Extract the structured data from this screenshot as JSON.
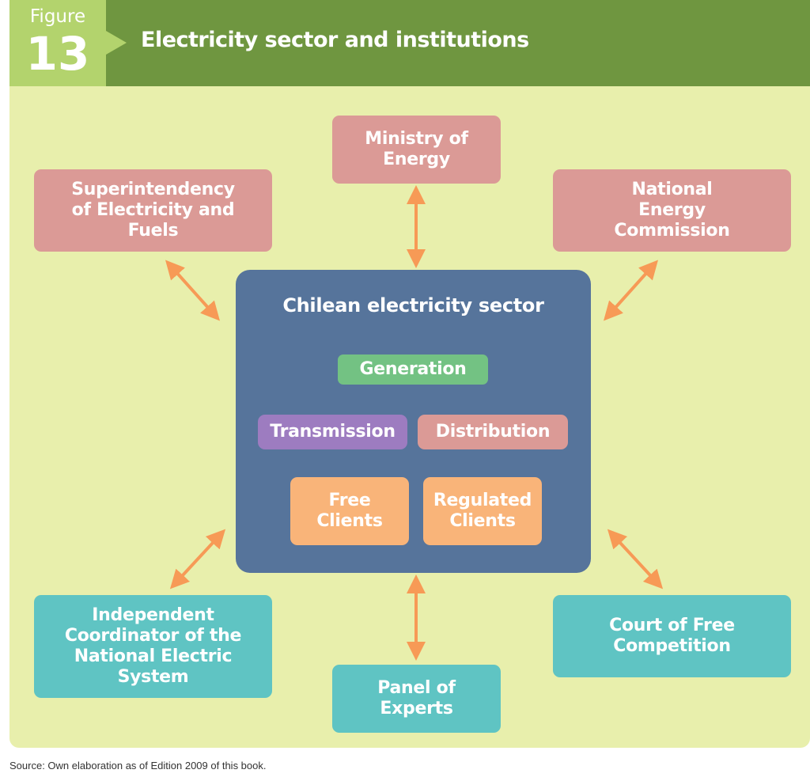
{
  "figure": {
    "word": "Figure",
    "number": "13"
  },
  "title": "Electricity sector and institutions",
  "institutions": {
    "ministry": "Ministry of Energy",
    "superintendency": "Superintendency of Electricity and Fuels",
    "commission": "National Energy Commission",
    "coordinator": "Independent Coordinator of the National Electric System",
    "panel": "Panel of Experts",
    "court": "Court of Free Competition"
  },
  "sector": {
    "title": "Chilean electricity sector",
    "generation": "Generation",
    "transmission": "Transmission",
    "distribution": "Distribution",
    "free_clients": "Free Clients",
    "regulated_clients": "Regulated Clients"
  },
  "source": "Source: Own elaboration as of Edition 2009 of this book.",
  "colors": {
    "header": "#6f9640",
    "figure_tab": "#b3d36d",
    "panel": "#e8efac",
    "regulator_box": "#db9a96",
    "coordination_box": "#5fc4c3",
    "sector_box": "#56749b",
    "generation": "#73c283",
    "transmission": "#9d7cc0",
    "clients": "#f9b479",
    "arrow": "#f79a56"
  }
}
